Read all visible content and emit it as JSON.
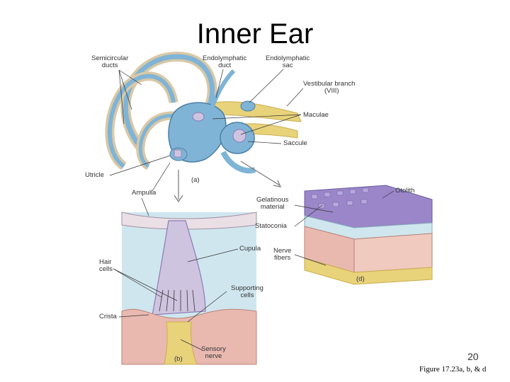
{
  "slide": {
    "title": "Inner Ear",
    "page_number": "20",
    "figure_caption": "Figure 17.23a, b, & d"
  },
  "labels": {
    "semicircular_ducts": [
      "Semicircular",
      "ducts"
    ],
    "endolymphatic_duct": [
      "Endolymphatic",
      "duct"
    ],
    "endolymphatic_sac": [
      "Endolymphatic",
      "sac"
    ],
    "vestibular_branch": [
      "Vestibular branch",
      "(VIII)"
    ],
    "maculae": "Maculae",
    "saccule": "Saccule",
    "utricle": "Utricle",
    "panel_a": "(a)",
    "ampulla": "Ampulla",
    "gelatinous_material": [
      "Gelatinous",
      "material"
    ],
    "otolith": "Otolith",
    "statoconia": "Statoconia",
    "cupula": "Cupula",
    "nerve_fibers": [
      "Nerve",
      "fibers"
    ],
    "hair_cells": [
      "Hair",
      "cells"
    ],
    "panel_d": "(d)",
    "supporting_cells": [
      "Supporting",
      "cells"
    ],
    "crista": "Crista",
    "sensory_nerve": [
      "Sensory",
      "nerve"
    ],
    "panel_b": "(b)"
  },
  "colors": {
    "labyrinth_fill": "#7fb4d6",
    "labyrinth_outline": "#4d7fa6",
    "nerve_yellow": "#e8d27a",
    "otolith_purple": "#9a86c8",
    "cupula_lavender": "#cfc4e0",
    "fluid_blue": "#cfe6ee",
    "cell_pink": "#e9b9b0"
  }
}
